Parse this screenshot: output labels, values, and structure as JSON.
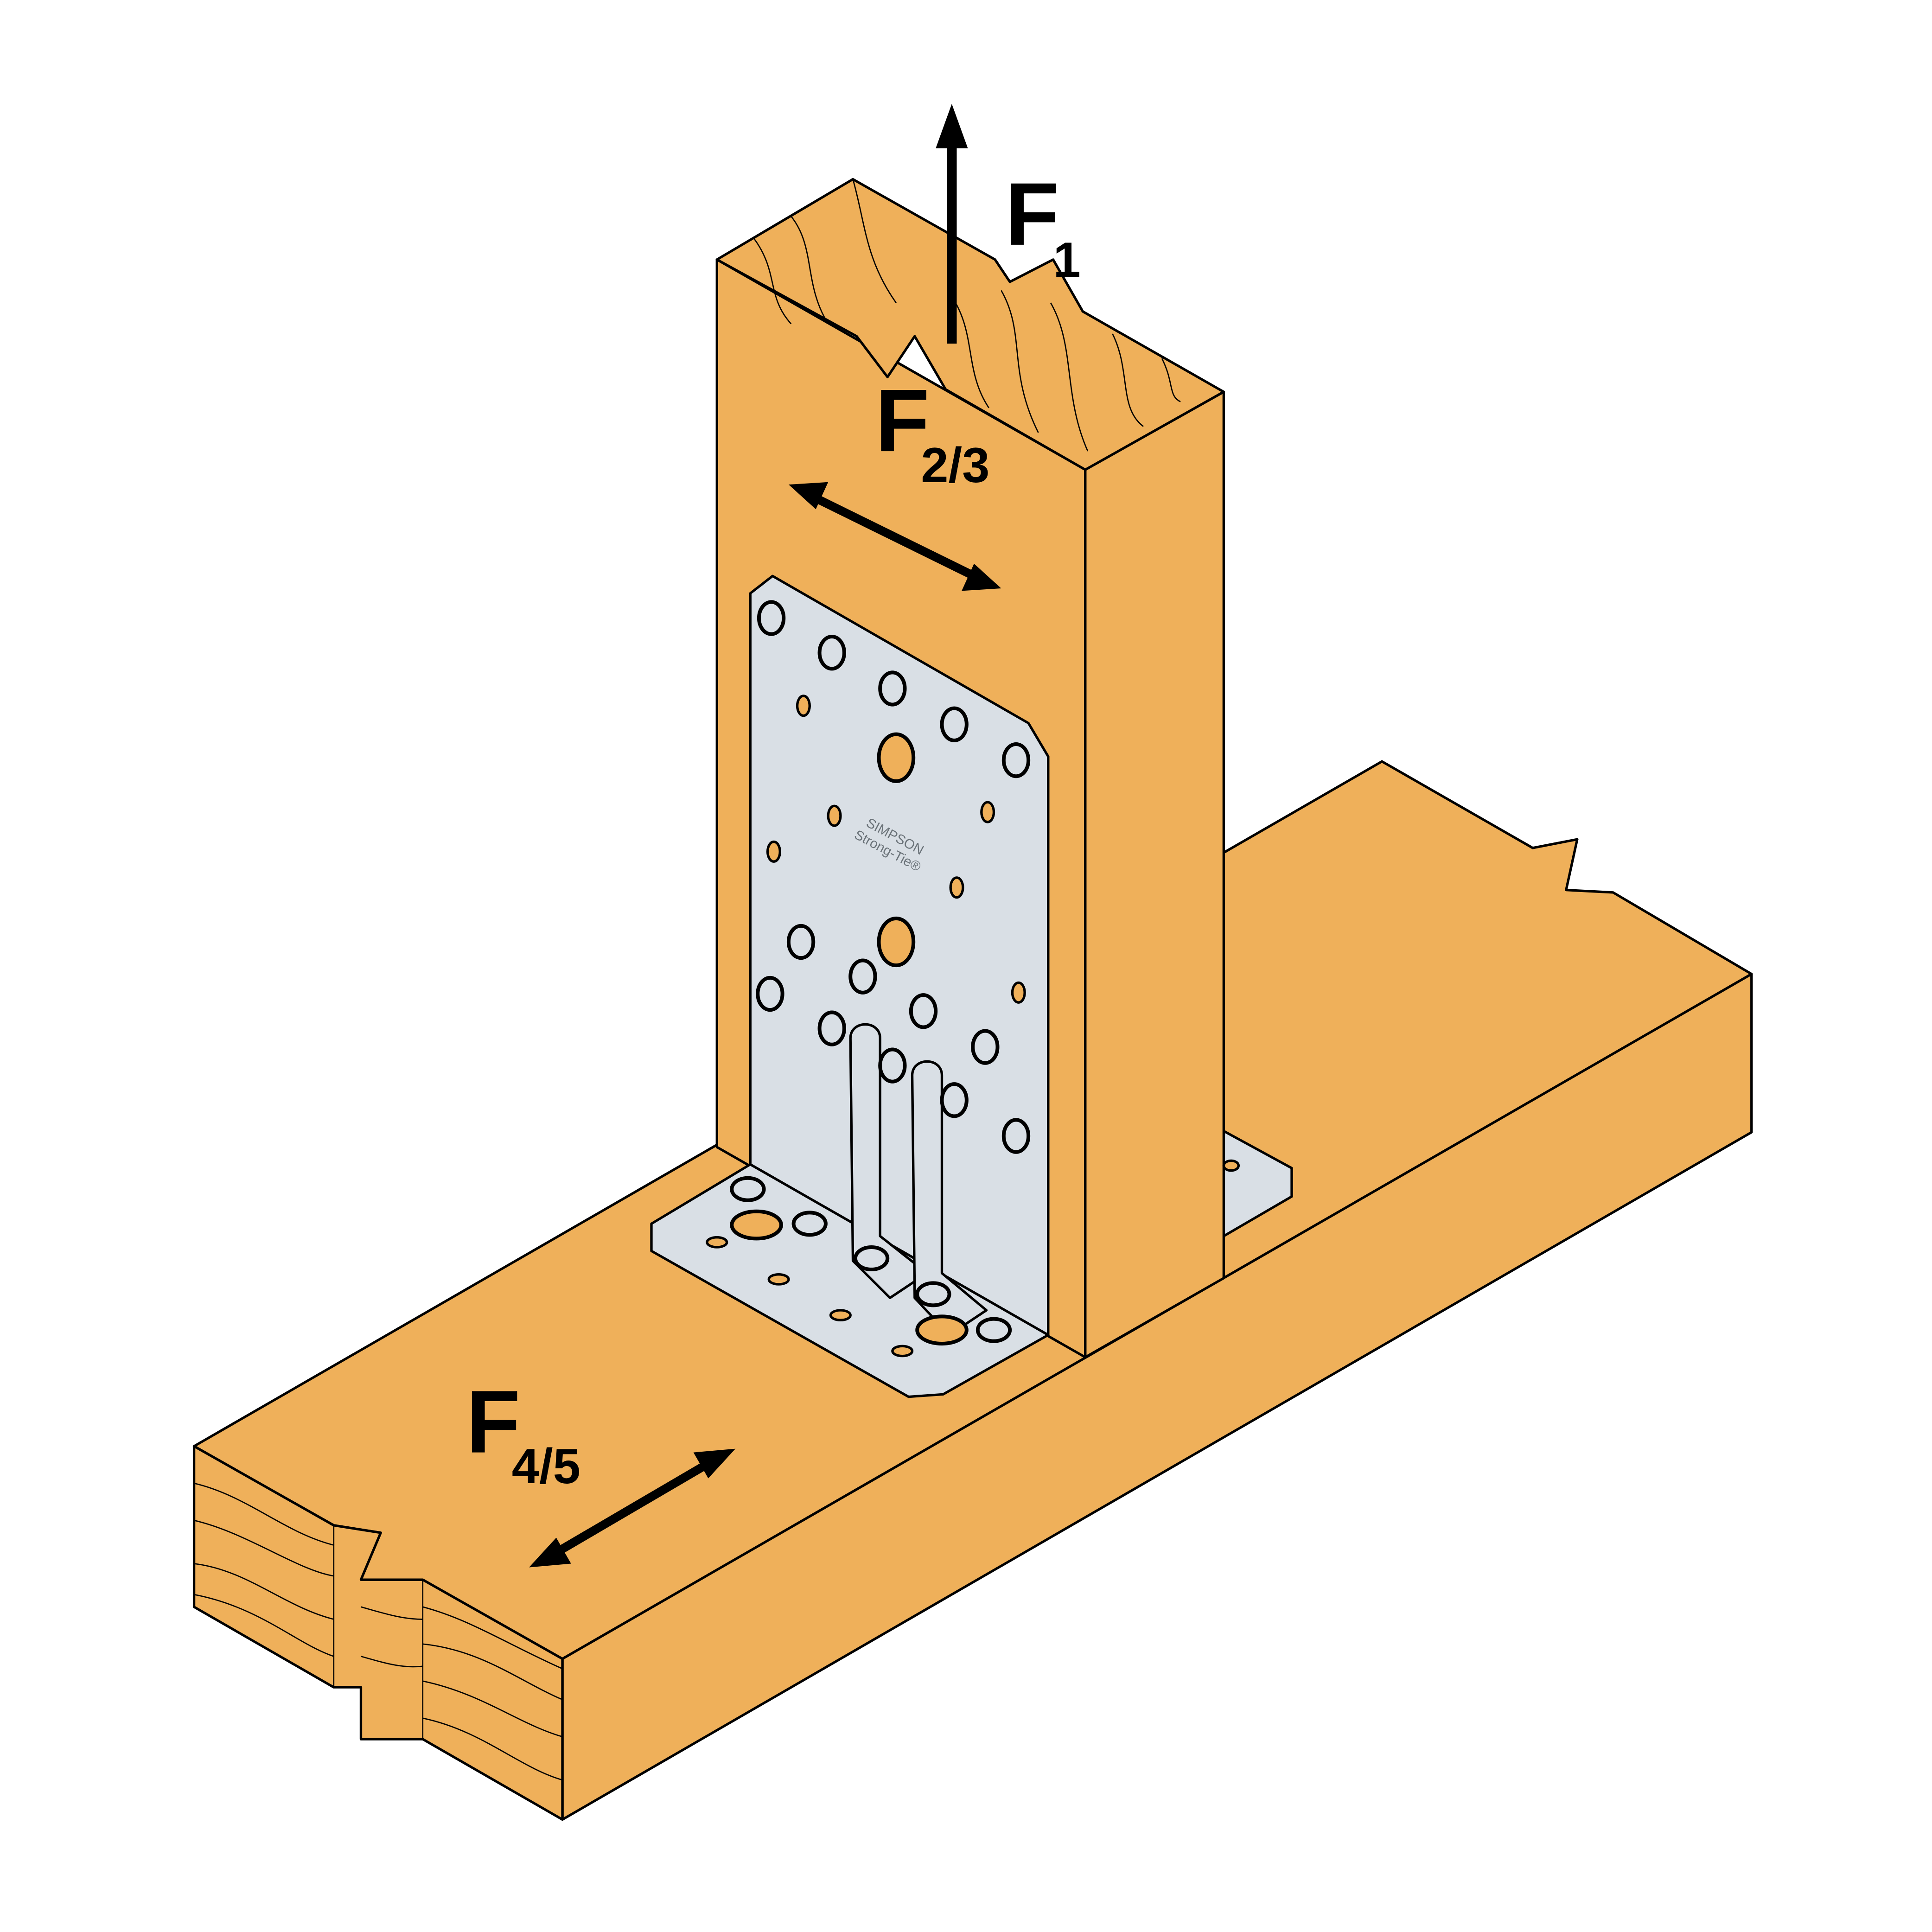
{
  "labels": {
    "f1_main": "F",
    "f1_sub": "1",
    "f23_main": "F",
    "f23_sub": "2/3",
    "f45_main": "F",
    "f45_sub": "4/5"
  },
  "logo": {
    "line1": "SIMPSON",
    "line2": "Strong-Tie®"
  },
  "colors": {
    "wood": "#EFB05A",
    "plate": "#D9DFE5",
    "line": "#000000"
  }
}
